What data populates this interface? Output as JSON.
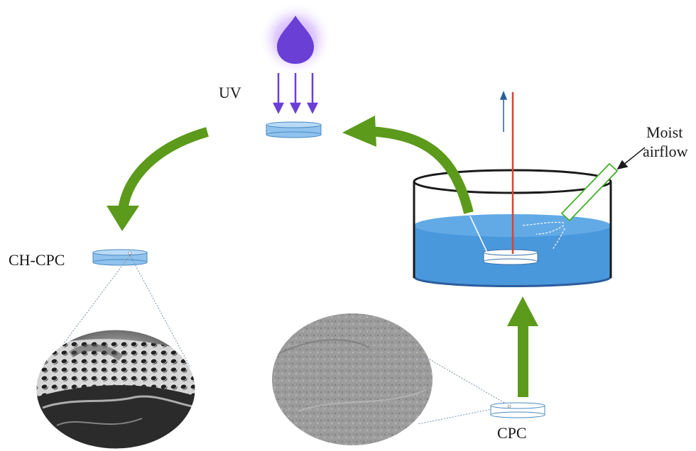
{
  "labels": {
    "uv": "UV",
    "ch_cpc": "CH-CPC",
    "moist_line1": "Moist",
    "moist_line2": "airflow",
    "cpc": "CPC"
  },
  "colors": {
    "arrow_green": "#5c9a1c",
    "uv_purple": "#6a3fd6",
    "water_blue": "#4a98dc",
    "disc_blue": "#8fc3ee",
    "laser_red": "#e0412a",
    "tube_green": "#43b028"
  }
}
